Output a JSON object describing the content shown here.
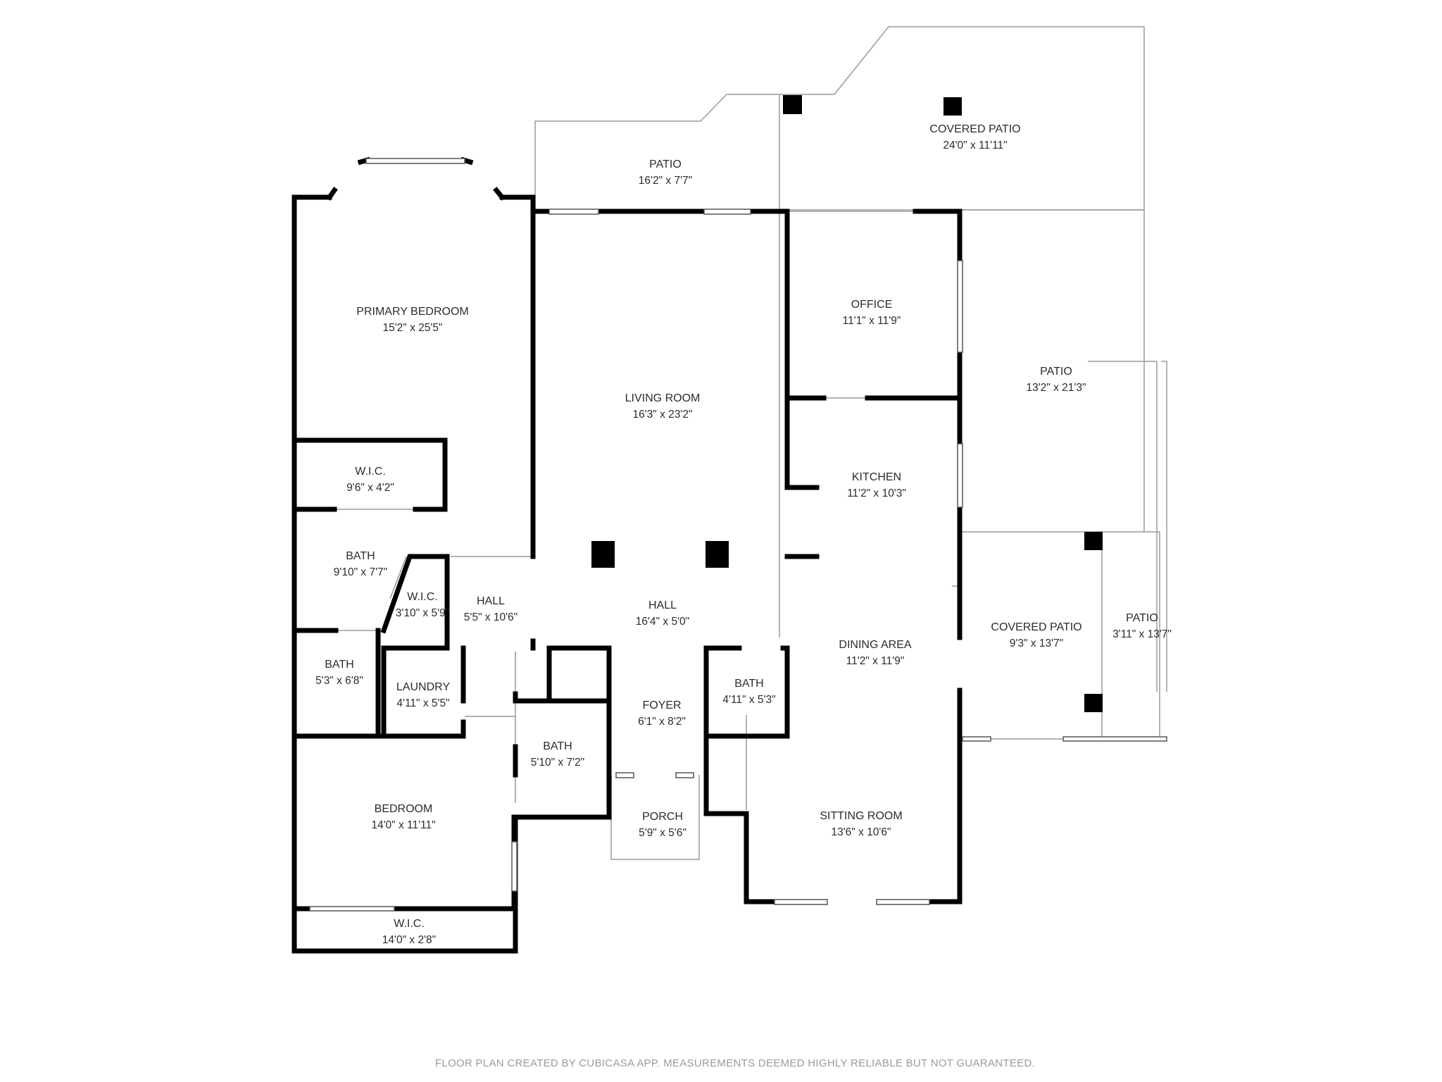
{
  "rooms": {
    "covered_patio_top": {
      "name": "COVERED PATIO",
      "dims": "24'0\" x 11'11\""
    },
    "patio_top": {
      "name": "PATIO",
      "dims": "16'2\" x 7'7\""
    },
    "primary_bedroom": {
      "name": "PRIMARY BEDROOM",
      "dims": "15'2\" x 25'5\""
    },
    "office": {
      "name": "OFFICE",
      "dims": "11'1\" x 11'9\""
    },
    "patio_right": {
      "name": "PATIO",
      "dims": "13'2\" x 21'3\""
    },
    "living_room": {
      "name": "LIVING ROOM",
      "dims": "16'3\" x 23'2\""
    },
    "wic_1": {
      "name": "W.I.C.",
      "dims": "9'6\" x 4'2\""
    },
    "kitchen": {
      "name": "KITCHEN",
      "dims": "11'2\" x 10'3\""
    },
    "bath_1": {
      "name": "BATH",
      "dims": "9'10\" x 7'7\""
    },
    "wic_2": {
      "name": "W.I.C.",
      "dims": "3'10\" x 5'9\""
    },
    "hall_1": {
      "name": "HALL",
      "dims": "5'5\" x 10'6\""
    },
    "hall_2": {
      "name": "HALL",
      "dims": "16'4\" x 5'0\""
    },
    "covered_patio_right": {
      "name": "COVERED PATIO",
      "dims": "9'3\" x 13'7\""
    },
    "patio_small": {
      "name": "PATIO",
      "dims": "3'11\" x 13'7\""
    },
    "dining_area": {
      "name": "DINING AREA",
      "dims": "11'2\" x 11'9\""
    },
    "bath_2": {
      "name": "BATH",
      "dims": "5'3\" x 6'8\""
    },
    "laundry": {
      "name": "LAUNDRY",
      "dims": "4'11\" x 5'5\""
    },
    "bath_3": {
      "name": "BATH",
      "dims": "4'11\" x 5'3\""
    },
    "foyer": {
      "name": "FOYER",
      "dims": "6'1\" x 8'2\""
    },
    "bath_4": {
      "name": "BATH",
      "dims": "5'10\" x 7'2\""
    },
    "porch": {
      "name": "PORCH",
      "dims": "5'9\" x 5'6\""
    },
    "bedroom": {
      "name": "BEDROOM",
      "dims": "14'0\" x 11'11\""
    },
    "sitting_room": {
      "name": "SITTING ROOM",
      "dims": "13'6\" x 10'6\""
    },
    "wic_3": {
      "name": "W.I.C.",
      "dims": "14'0\" x 2'8\""
    }
  },
  "footer": {
    "text": "FLOOR PLAN CREATED BY CUBICASA APP. MEASUREMENTS DEEMED HIGHLY RELIABLE BUT NOT GUARANTEED."
  }
}
